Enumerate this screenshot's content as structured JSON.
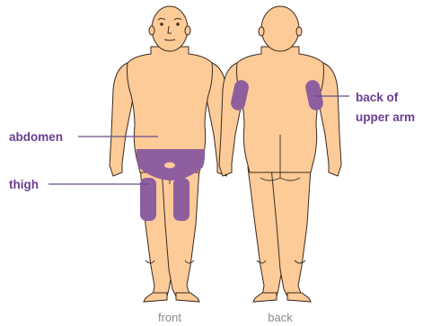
{
  "colors": {
    "skin": "#FCCB98",
    "outline": "#3A2A1E",
    "site_fill": "#8E5E9E",
    "leader_line": "#6A4A8A",
    "label_purple": "#6A3E8F",
    "view_label": "#8A8A8A"
  },
  "labels": {
    "abdomen": "abdomen",
    "thigh": "thigh",
    "upper_arm_line1": "back of",
    "upper_arm_line2": "upper arm"
  },
  "views": {
    "front": "front",
    "back": "back"
  }
}
